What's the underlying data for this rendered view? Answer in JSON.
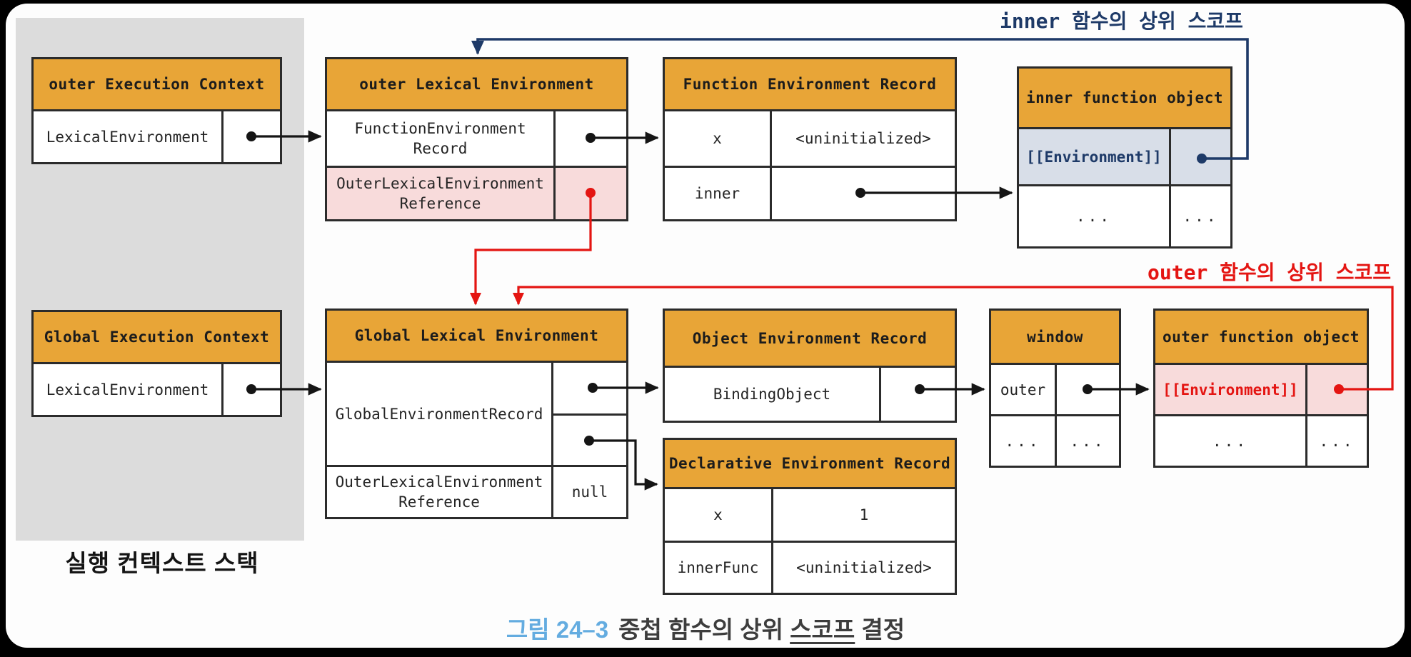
{
  "colors": {
    "orange": "#E8A537",
    "pink": "#F8DBDB",
    "bluegray": "#D8DEE8",
    "navy": "#1E3A68",
    "red": "#E41512",
    "caption-blue": "#64ACE0",
    "ink": "#151515",
    "line": "#2B2B2B",
    "panel-gray": "#DCDCDC"
  },
  "annotations": {
    "inner_scope": "inner 함수의 상위 스코프",
    "outer_scope": "outer 함수의 상위 스코프",
    "stack_label": "실행 컨텍스트 스택"
  },
  "caption": {
    "tag": "그림 24–3",
    "before": "중첩 함수의 상위 ",
    "underlined": "스코프",
    "after": " 결정"
  },
  "boxes": {
    "oec": {
      "title": "outer Execution Context",
      "rows": [
        {
          "label": "LexicalEnvironment",
          "value": ""
        }
      ]
    },
    "ole": {
      "title": "outer Lexical Environment",
      "rows": [
        {
          "label": "FunctionEnvironment\nRecord",
          "value": ""
        },
        {
          "label": "OuterLexicalEnvironment\nReference",
          "value": ""
        }
      ]
    },
    "fer": {
      "title": "Function Environment Record",
      "rows": [
        {
          "label": "x",
          "value": "<uninitialized>"
        },
        {
          "label": "inner",
          "value": ""
        }
      ]
    },
    "ifo": {
      "title": "inner function object",
      "rows": [
        {
          "label": "[[Environment]]",
          "value": ""
        },
        {
          "label": "...",
          "value": "..."
        }
      ]
    },
    "gec": {
      "title": "Global Execution Context",
      "rows": [
        {
          "label": "LexicalEnvironment",
          "value": ""
        }
      ]
    },
    "gle": {
      "title": "Global Lexical Environment",
      "record_label": "GlobalEnvironmentRecord",
      "ref_label": "OuterLexicalEnvironment\nReference",
      "ref_value": "null"
    },
    "oer": {
      "title": "Object Environment Record",
      "rows": [
        {
          "label": "BindingObject",
          "value": ""
        }
      ]
    },
    "win": {
      "title": "window",
      "rows": [
        {
          "label": "outer",
          "value": ""
        },
        {
          "label": "...",
          "value": "..."
        }
      ]
    },
    "ofo": {
      "title": "outer function object",
      "rows": [
        {
          "label": "[[Environment]]",
          "value": ""
        },
        {
          "label": "...",
          "value": "..."
        }
      ]
    },
    "der": {
      "title": "Declarative Environment Record",
      "rows": [
        {
          "label": "x",
          "value": "1"
        },
        {
          "label": "innerFunc",
          "value": "<uninitialized>"
        }
      ]
    }
  }
}
